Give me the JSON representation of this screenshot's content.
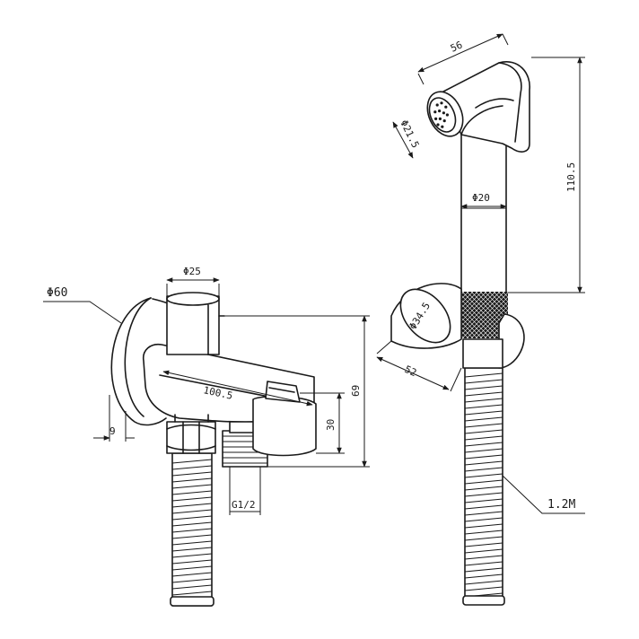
{
  "dimensions": {
    "valve_plate_diameter": "Φ60",
    "valve_inlet_diameter": "Φ25",
    "valve_length": "100.5",
    "valve_height": "69",
    "handle_height": "30",
    "plate_depth": "9",
    "outlet_thread": "G1/2",
    "head_width": "56",
    "nozzle_diameter": "Φ21.5",
    "handle_diameter": "Φ20",
    "sprayer_height": "110.5",
    "holder_diameter": "Φ34.5",
    "holder_width": "52",
    "hose_length": "1.2M"
  }
}
